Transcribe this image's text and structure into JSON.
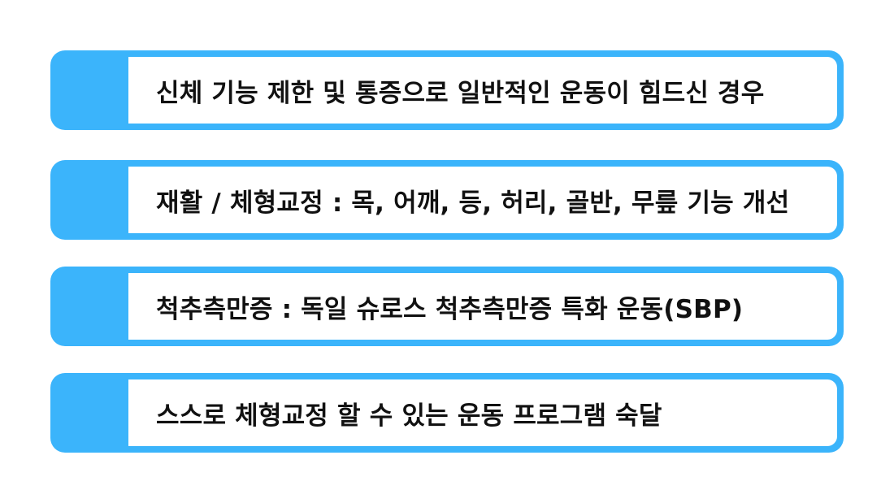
{
  "theme": {
    "accent": "#3bb4fb",
    "panel_bg": "#ffffff",
    "text_color": "#111111"
  },
  "items": [
    {
      "text": "신체 기능 제한 및 통증으로 일반적인 운동이 힘드신 경우"
    },
    {
      "text": "재활 / 체형교정 : 목, 어깨, 등, 허리, 골반, 무릎 기능 개선"
    },
    {
      "text": "척추측만증 : 독일 슈로스 척추측만증 특화 운동(SBP)"
    },
    {
      "text": "스스로 체형교정 할 수 있는 운동 프로그램 숙달"
    }
  ]
}
